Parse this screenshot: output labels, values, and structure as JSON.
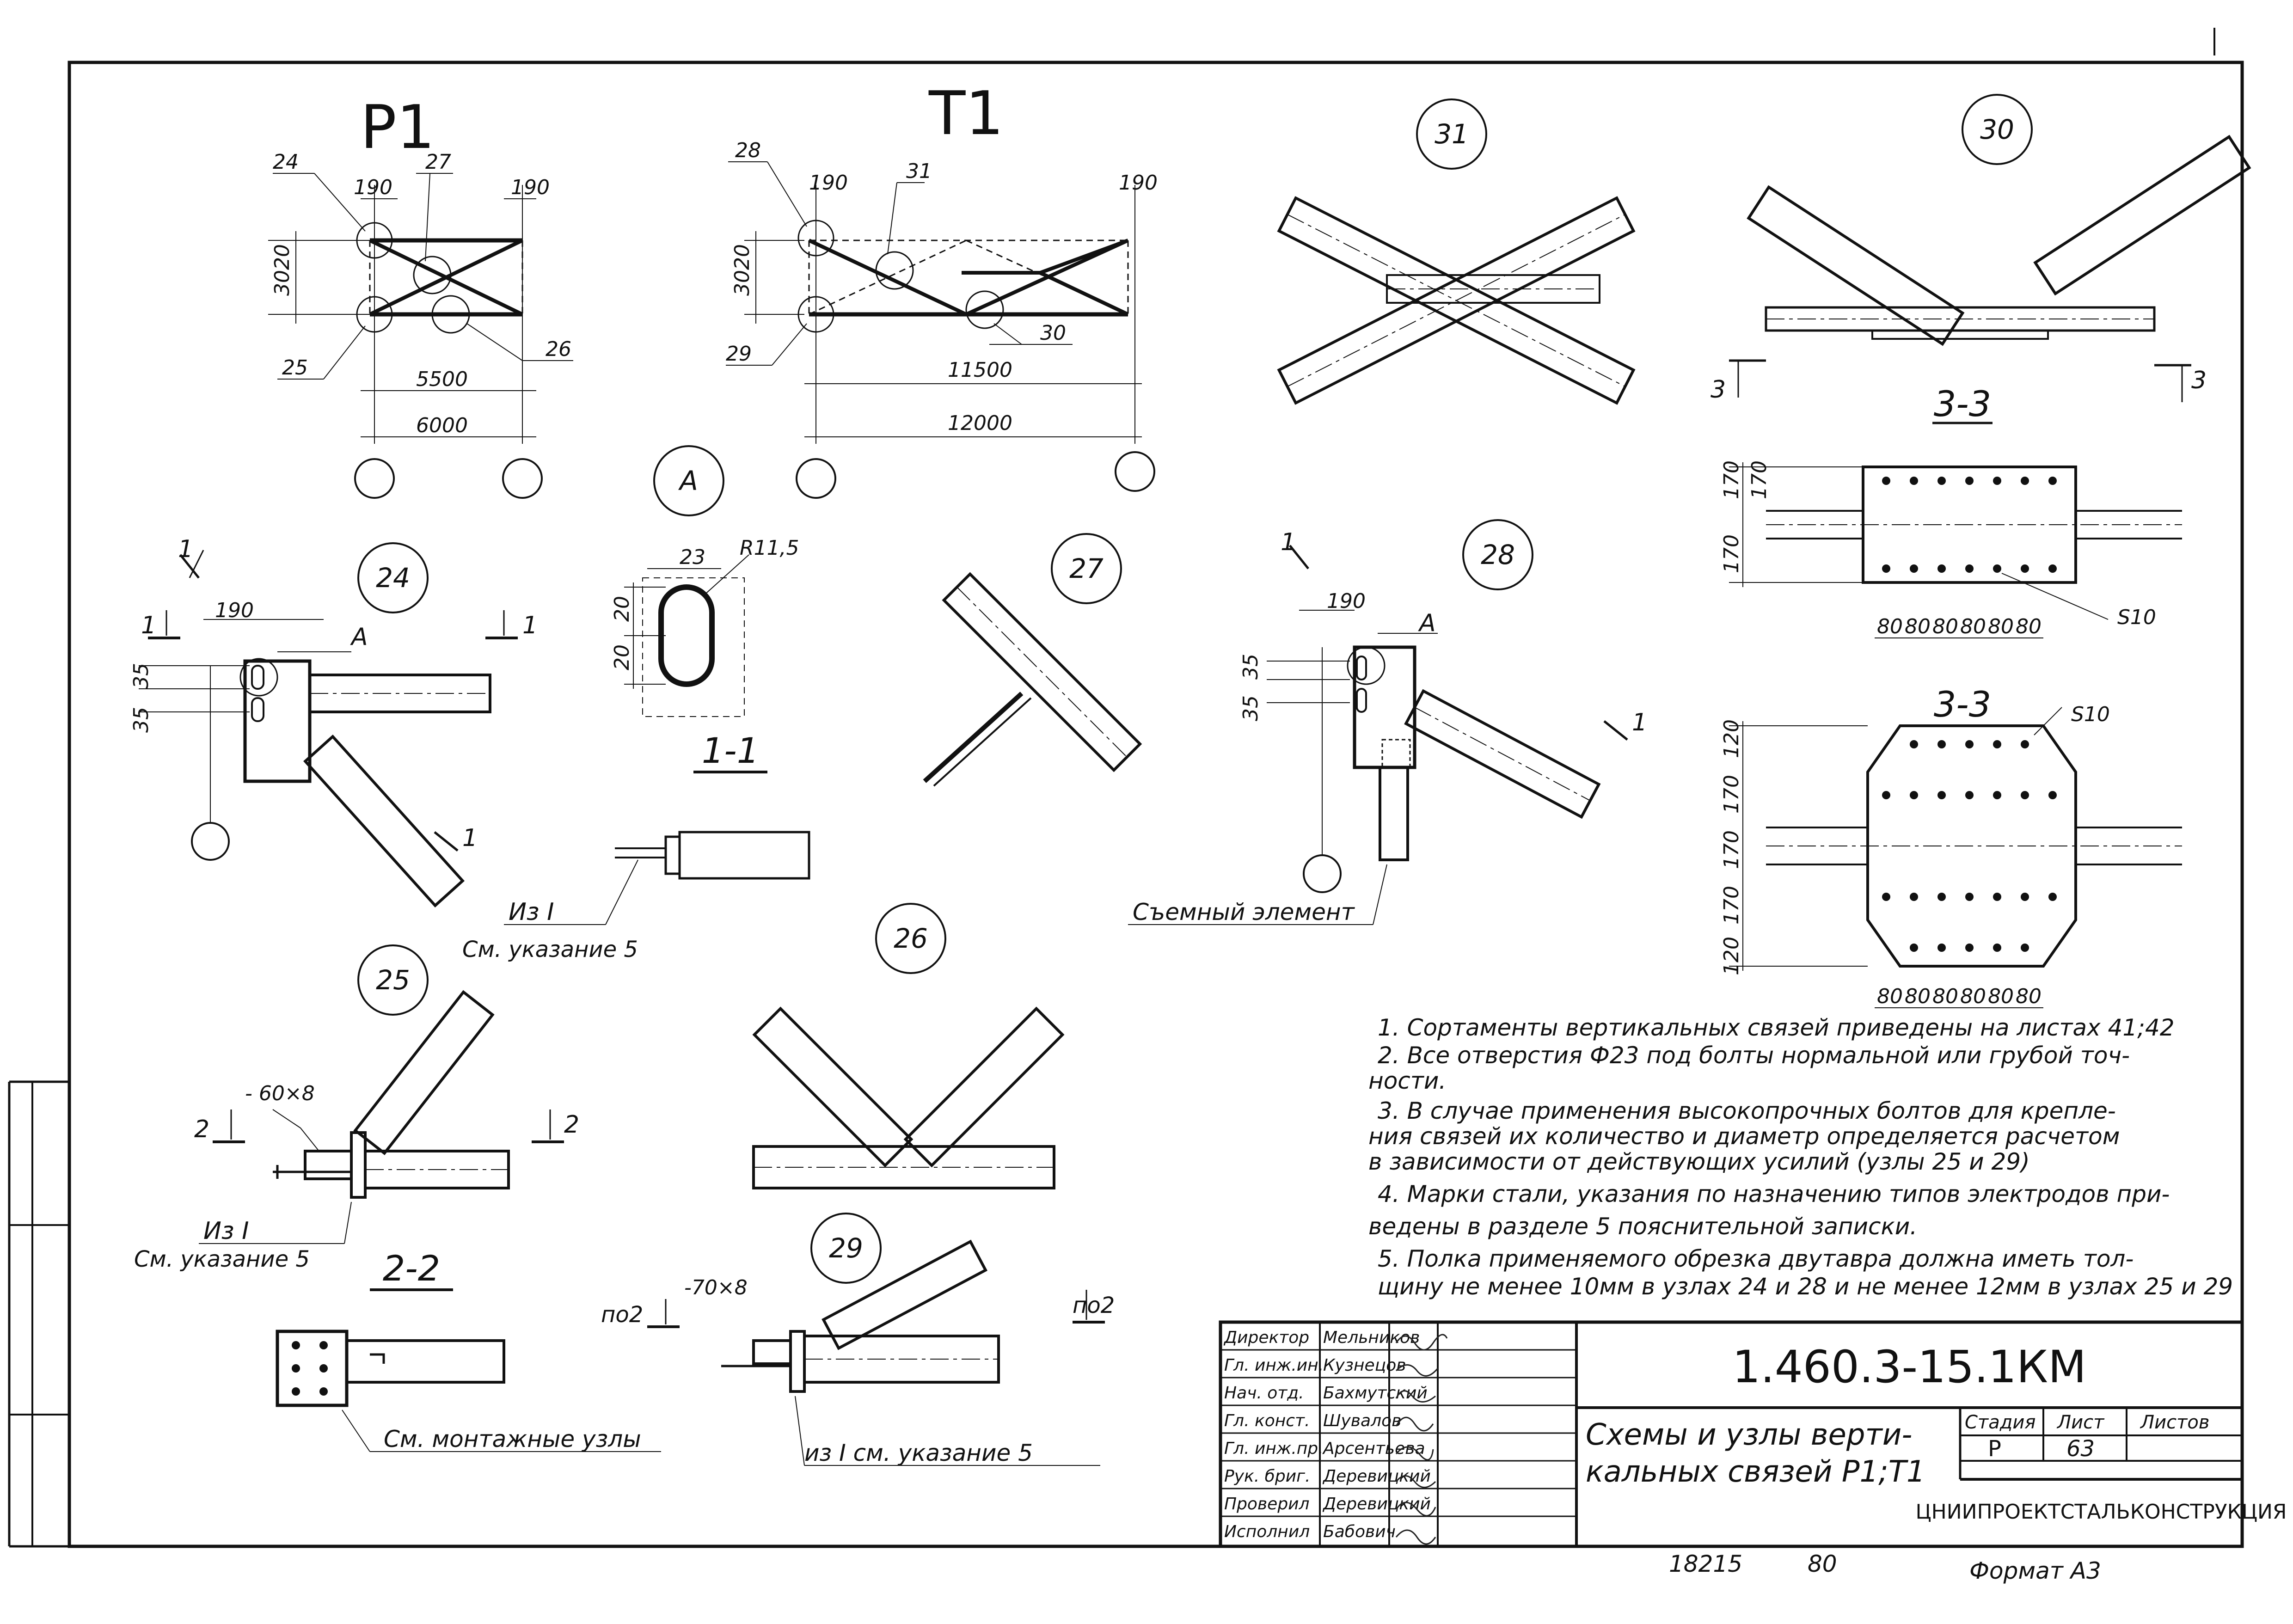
{
  "schemes": {
    "p1": {
      "title": "Р1",
      "nodes": [
        "24",
        "27",
        "25",
        "26"
      ],
      "dims": [
        "190",
        "190",
        "3020",
        "5500",
        "6000"
      ]
    },
    "t1": {
      "title": "Т1",
      "nodes": [
        "28",
        "31",
        "29",
        "30"
      ],
      "dims": [
        "190",
        "190",
        "3020",
        "11500",
        "12000"
      ]
    }
  },
  "node_bubbles": [
    "31",
    "30",
    "24",
    "A",
    "27",
    "28",
    "25",
    "26",
    "29"
  ],
  "node30": {
    "cut1": "3-3",
    "cut2": "3-3",
    "cut_mark": "3",
    "dims_v1": [
      "170",
      "170",
      "170"
    ],
    "dims_h": [
      "80",
      "80",
      "80",
      "80",
      "80",
      "80"
    ],
    "plate1": "S10",
    "plate2": "S10",
    "dims_v2": [
      "120",
      "170",
      "170",
      "170",
      "120"
    ]
  },
  "node24": {
    "mark": "A",
    "dim": "190",
    "dims_v": [
      "35",
      "35"
    ],
    "cut": "1"
  },
  "detailA": {
    "dim": "23",
    "radius": "R11,5",
    "dims_v": [
      "20",
      "20"
    ],
    "section": "1-1",
    "note1": "Из I",
    "note2": "См. указание 5"
  },
  "node28": {
    "mark": "A",
    "dim": "190",
    "dims_v": [
      "35",
      "35"
    ],
    "cut": "1",
    "label": "Съемный элемент"
  },
  "node25": {
    "plate": "- 60×8",
    "cut": "2",
    "note1": "Из I",
    "note2": "См. указание 5",
    "section": "2-2",
    "mounting": "См. монтажные узлы"
  },
  "node29": {
    "plate": "-70×8",
    "cut": "по2",
    "note": "из I см. указание 5"
  },
  "notes": [
    "1. Сортаменты вертикальных связей приведены на листах 41;42",
    "2. Все отверстия Ф23 под болты нормальной или грубой точ-",
    "ности.",
    "3. В случае применения высокопрочных болтов для крепле-",
    "ния связей их количество и диаметр определяется расчетом",
    "в зависимости от действующих усилий (узлы 25 и 29)",
    "4. Марки стали, указания по назначению типов электродов при-",
    "ведены в разделе 5 пояснительной записки.",
    "5. Полка применяемого обрезка двутавра должна иметь тол-",
    "щину не менее 10мм в узлах 24 и 28 и не менее 12мм в узлах 25 и 29"
  ],
  "title_block": {
    "code": "1.460.3-15.1КМ",
    "title_line1": "Схемы и узлы верти-",
    "title_line2": "кальных связей Р1;Т1",
    "stage_label": "Стадия",
    "sheet_label": "Лист",
    "sheets_label": "Листов",
    "stage": "Р",
    "sheet": "63",
    "org": "ЦНИИПРОЕКТСТАЛЬКОНСТРУКЦИЯ",
    "rows": [
      {
        "role": "Директор",
        "name": "Мельников"
      },
      {
        "role": "Гл. инж.ин.",
        "name": "Кузнецов"
      },
      {
        "role": "Нач. отд.",
        "name": "Бахмутский"
      },
      {
        "role": "Гл. конст.",
        "name": "Шувалов"
      },
      {
        "role": "Гл. инж.пр.",
        "name": "Арсентьева"
      },
      {
        "role": "Рук. бриг.",
        "name": "Деревицкий"
      },
      {
        "role": "Проверил",
        "name": "Деревицкий"
      },
      {
        "role": "Исполнил",
        "name": "Бабович"
      }
    ]
  },
  "footer": {
    "num1": "18215",
    "num2": "80",
    "format": "Формат А3"
  }
}
